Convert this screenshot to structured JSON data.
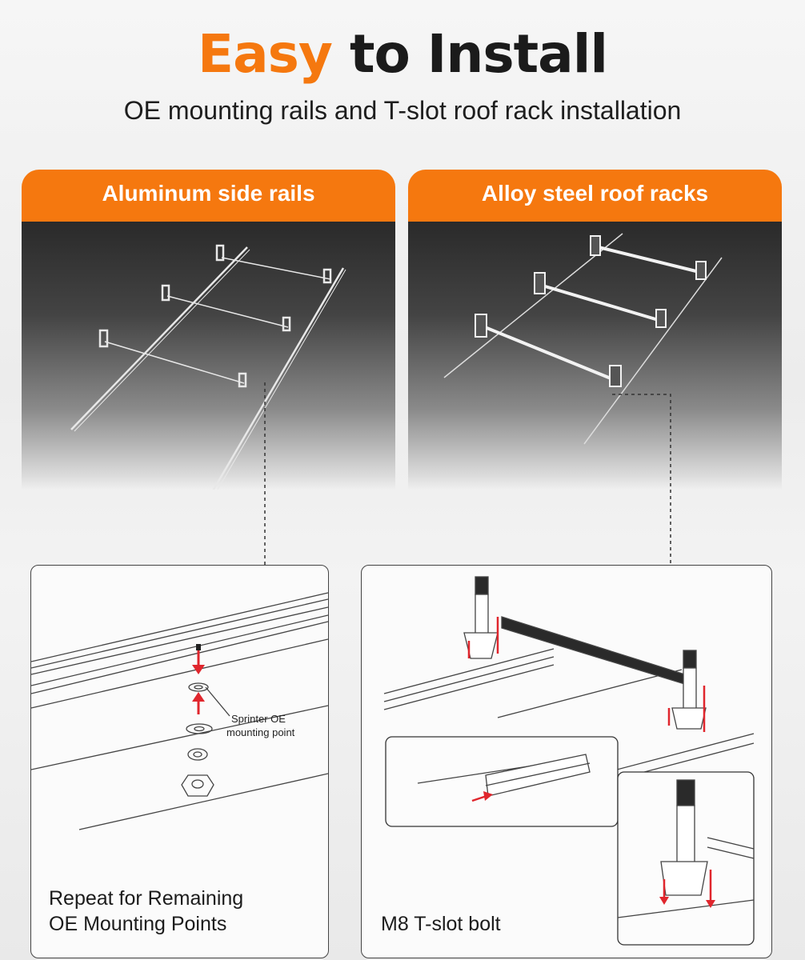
{
  "header": {
    "title_accent": "Easy",
    "title_rest": "to Install",
    "subtitle": "OE mounting rails and T-slot roof rack installation"
  },
  "panels": [
    {
      "label": "Aluminum side rails"
    },
    {
      "label": "Alloy steel roof racks"
    }
  ],
  "details": {
    "left_caption_line1": "Repeat for Remaining",
    "left_caption_line2": "OE Mounting Points",
    "callout_line1": "Sprinter OE",
    "callout_line2": "mounting point",
    "right_caption": "M8 T-slot bolt"
  },
  "colors": {
    "accent": "#f5780f",
    "arrow": "#e0262d"
  }
}
